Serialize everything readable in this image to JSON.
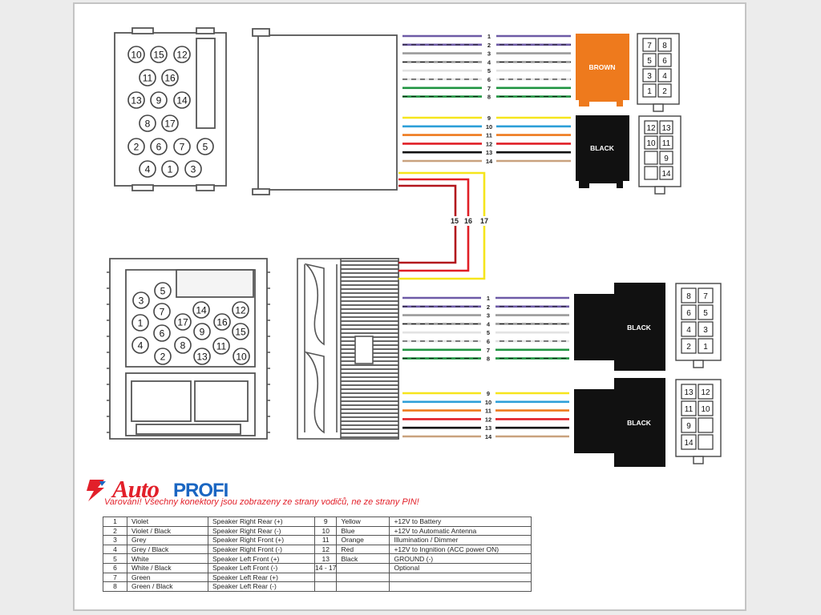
{
  "colors": {
    "violet": "#6d5aa6",
    "grey": "#9b9b9b",
    "white": "#e2e2e2",
    "green": "#1f9440",
    "yellow": "#f6e51c",
    "blue": "#2e9fd8",
    "orange": "#ee7a1d",
    "red": "#e01f26",
    "black": "#111111",
    "brown": "#c9a27e",
    "dark_red": "#b3161d",
    "brand_red": "#e2202a",
    "brand_blue": "#1a66c2"
  },
  "top_iso_pins": [
    "10",
    "15",
    "12",
    "11",
    "16",
    "13",
    "9",
    "14",
    "8",
    "17",
    "2",
    "6",
    "7",
    "5",
    "4",
    "1",
    "3"
  ],
  "bottom_iso_pins": [
    "5",
    "3",
    "7",
    "14",
    "12",
    "1",
    "17",
    "16",
    "6",
    "9",
    "15",
    "4",
    "8",
    "2",
    "13",
    "11",
    "10"
  ],
  "wire_bundles": {
    "speaker": [
      "1",
      "2",
      "3",
      "4",
      "5",
      "6",
      "7",
      "8"
    ],
    "power": [
      "9",
      "10",
      "11",
      "12",
      "13",
      "14"
    ],
    "extra": [
      "15",
      "16",
      "17"
    ]
  },
  "connectors": {
    "top_speaker_label": "BROWN",
    "top_power_label": "BLACK",
    "bottom_speaker_label": "BLACK",
    "bottom_power_label": "BLACK"
  },
  "pin_grids": {
    "top_speaker": [
      [
        "7",
        "8"
      ],
      [
        "5",
        "6"
      ],
      [
        "3",
        "4"
      ],
      [
        "1",
        "2"
      ]
    ],
    "top_power": [
      [
        "12",
        "13"
      ],
      [
        "10",
        "11"
      ],
      [
        "",
        "9"
      ],
      [
        "",
        "14"
      ]
    ],
    "bottom_speaker": [
      [
        "8",
        "7"
      ],
      [
        "6",
        "5"
      ],
      [
        "4",
        "3"
      ],
      [
        "2",
        "1"
      ]
    ],
    "bottom_power": [
      [
        "13",
        "12"
      ],
      [
        "11",
        "10"
      ],
      [
        "9",
        ""
      ],
      [
        "14",
        ""
      ]
    ]
  },
  "brand": {
    "auto": "Auto",
    "profi": "PROFI"
  },
  "warning": "Varování! Všechny konektory jsou zobrazeny ze strany vodičů, ne ze strany PIN!",
  "legend": {
    "rows": [
      [
        "1",
        "Violet",
        "Speaker Right Rear (+)",
        "9",
        "Yellow",
        "+12V to Battery"
      ],
      [
        "2",
        "Violet / Black",
        "Speaker Right Rear (-)",
        "10",
        "Blue",
        "+12V to Automatic Antenna"
      ],
      [
        "3",
        "Grey",
        "Speaker Right Front (+)",
        "11",
        "Orange",
        "Illumination / Dimmer"
      ],
      [
        "4",
        "Grey / Black",
        "Speaker Right Front (-)",
        "12",
        "Red",
        "+12V to Ingnition (ACC power ON)"
      ],
      [
        "5",
        "White",
        "Speaker Left Front (+)",
        "13",
        "Black",
        "GROUND (-)"
      ],
      [
        "6",
        "White / Black",
        "Speaker Left Front (-)",
        "14 - 17",
        "",
        "Optional"
      ],
      [
        "7",
        "Green",
        "Speaker Left Rear (+)",
        "",
        "",
        ""
      ],
      [
        "8",
        "Green / Black",
        "Speaker Left Rear (-)",
        "",
        "",
        ""
      ]
    ]
  }
}
